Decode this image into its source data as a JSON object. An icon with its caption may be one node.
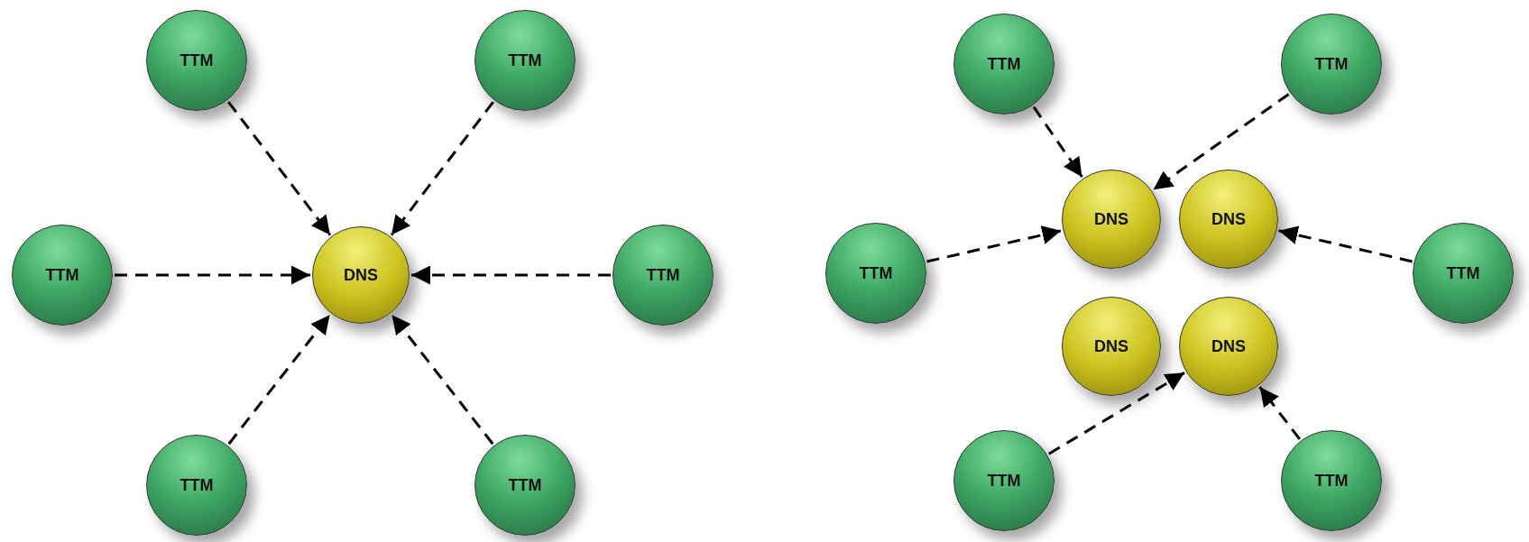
{
  "diagram": {
    "nodes": [
      {
        "text": [
          "TTM"
        ]
      },
      {
        "text": [
          "TTM"
        ]
      },
      {
        "text": [
          "TTM"
        ]
      },
      {
        "text": [
          "DNS"
        ]
      },
      {
        "text": [
          "TTM"
        ]
      },
      {
        "text": [
          "TTM"
        ]
      },
      {
        "text": [
          "TTM"
        ]
      },
      {
        "text": [
          "TTM"
        ]
      },
      {
        "text": [
          "TTM"
        ]
      },
      {
        "text": [
          "DNS"
        ]
      },
      {
        "text": [
          "DNS"
        ]
      },
      {
        "text": [
          "TTM"
        ]
      },
      {
        "text": [
          "TTM"
        ]
      },
      {
        "text": [
          "DNS"
        ]
      },
      {
        "text": [
          "DNS"
        ]
      },
      {
        "text": [
          "TTM"
        ]
      },
      {
        "text": [
          "TTM"
        ]
      }
    ],
    "edges": [
      {
        "from": 0,
        "to": 3,
        "arrow": "to",
        "style": "dashed"
      },
      {
        "from": 1,
        "to": 3,
        "arrow": "to",
        "style": "dashed"
      },
      {
        "from": 2,
        "to": 3,
        "arrow": "to",
        "style": "dashed"
      },
      {
        "from": 4,
        "to": 3,
        "arrow": "to",
        "style": "dashed"
      },
      {
        "from": 5,
        "to": 3,
        "arrow": "to",
        "style": "dashed"
      },
      {
        "from": 6,
        "to": 3,
        "arrow": "to",
        "style": "dashed"
      },
      {
        "from": 7,
        "to": 9,
        "arrow": "to",
        "style": "dashed"
      },
      {
        "from": 8,
        "to": 9,
        "arrow": "to",
        "style": "dashed"
      },
      {
        "from": 11,
        "to": 9,
        "arrow": "to",
        "style": "dashed"
      },
      {
        "from": 12,
        "to": 10,
        "arrow": "to",
        "style": "dashed"
      },
      {
        "from": 15,
        "to": 14,
        "arrow": "to",
        "style": "dashed"
      },
      {
        "from": 16,
        "to": 14,
        "arrow": "to",
        "style": "dashed"
      }
    ]
  }
}
